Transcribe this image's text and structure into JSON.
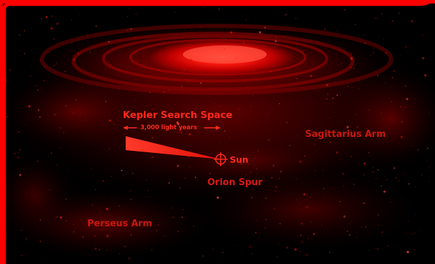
{
  "labels": {
    "kepler_search_space": "Kepler Search Space",
    "distance": "3,000 light years",
    "sun": "Sun",
    "orion_spur": "Orion Spur",
    "sagittarius_arm": "Sagittarius Arm",
    "perseus_arm": "Perseus Arm"
  },
  "colors": {
    "frame": "#ff0000",
    "background": "#000000",
    "galaxy_core": "#ff3a2a",
    "label_bright": "#ff2a1a",
    "label_dim": "#c8180e",
    "cone": "#ff2a1e"
  }
}
